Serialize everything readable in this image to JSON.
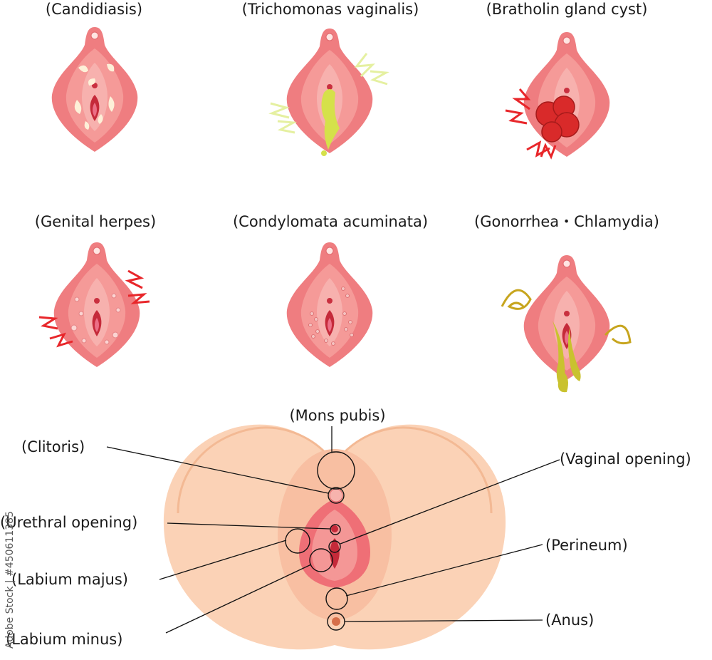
{
  "conditions": [
    {
      "label": "(Candidiasis)"
    },
    {
      "label": "(Trichomonas vaginalis)"
    },
    {
      "label": "(Bratholin gland cyst)"
    },
    {
      "label": "(Genital herpes)"
    },
    {
      "label": "(Condylomata acuminata)"
    },
    {
      "label": "(Gonorrhea・Chlamydia)"
    }
  ],
  "anatomy": {
    "mons_pubis": "(Mons pubis)",
    "clitoris": "(Clitoris)",
    "urethral_opening": "(Urethral opening)",
    "labium_majus": "(Labium majus)",
    "labium_minus": "(Labium minus)",
    "vaginal_opening": "(Vaginal opening)",
    "perineum": "(Perineum)",
    "anus": "(Anus)"
  },
  "watermark": "Adobe Stock | #450611385",
  "colors": {
    "vulva_pink": "#ef7d80",
    "vulva_light": "#f7a9a6",
    "inner_red": "#d8344a",
    "skin": "#fbd2b6",
    "discharge_yellow": "#c5c12f",
    "pain_red": "#e8262a",
    "itch_yellow": "#e5f0a0"
  }
}
